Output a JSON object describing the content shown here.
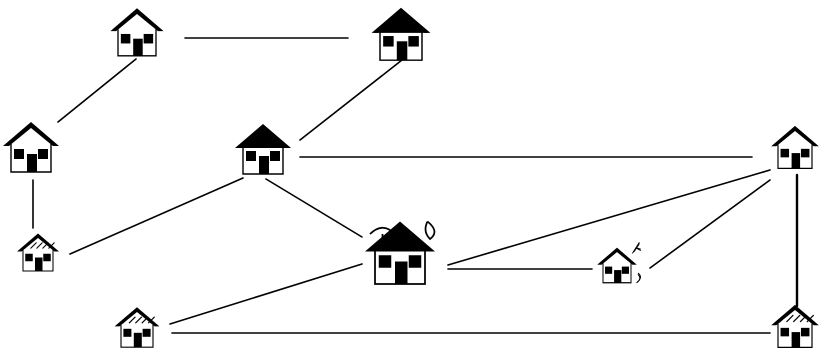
{
  "diagram": {
    "type": "network",
    "nodes": [
      {
        "id": "house-a",
        "icon": "house-icon",
        "style": "tall-white"
      },
      {
        "id": "house-b",
        "icon": "house-icon",
        "style": "dark-roof-wide"
      },
      {
        "id": "house-c",
        "icon": "house-icon",
        "style": "tall-white-door"
      },
      {
        "id": "house-d",
        "icon": "house-icon",
        "style": "small-dark-windows"
      },
      {
        "id": "house-e",
        "icon": "house-icon",
        "style": "dark-roof-wide"
      },
      {
        "id": "house-f",
        "icon": "house-icon",
        "style": "small-shaded"
      },
      {
        "id": "house-g",
        "icon": "house-icon",
        "style": "large-dark-satellite"
      },
      {
        "id": "house-h",
        "icon": "house-icon",
        "style": "small-with-tree"
      },
      {
        "id": "house-i",
        "icon": "house-icon",
        "style": "small-shaded"
      },
      {
        "id": "house-j",
        "icon": "house-icon",
        "style": "small-white-roof"
      },
      {
        "id": "house-k",
        "icon": "house-icon",
        "style": "small-white-roof"
      }
    ],
    "edges": [
      [
        "house-a",
        "house-b"
      ],
      [
        "house-a",
        "house-c"
      ],
      [
        "house-b",
        "house-e"
      ],
      [
        "house-c",
        "house-d"
      ],
      [
        "house-e",
        "house-f"
      ],
      [
        "house-e",
        "house-g"
      ],
      [
        "house-e",
        "house-j"
      ],
      [
        "house-g",
        "house-h"
      ],
      [
        "house-g",
        "house-j"
      ],
      [
        "house-g",
        "house-i"
      ],
      [
        "house-h",
        "house-j"
      ],
      [
        "house-j",
        "house-k"
      ],
      [
        "house-i",
        "house-k"
      ]
    ]
  }
}
